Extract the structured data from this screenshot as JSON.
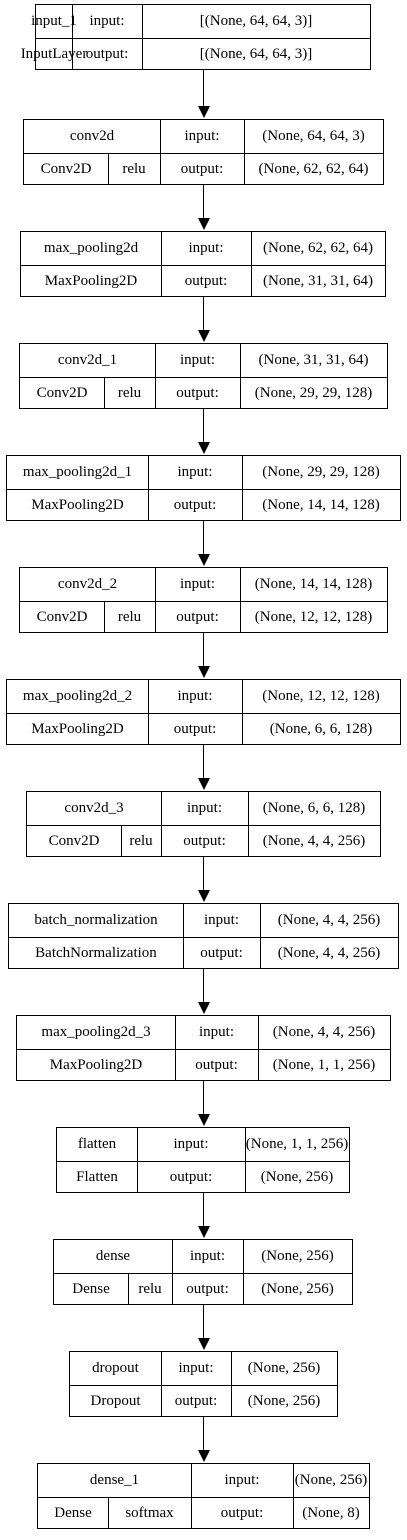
{
  "layers": [
    {
      "name": "input_1",
      "type": "InputLayer",
      "activation": "",
      "input": "[(None, 64, 64, 3)]",
      "output": "[(None, 64, 64, 3)]"
    },
    {
      "name": "conv2d",
      "type": "Conv2D",
      "activation": "relu",
      "input": "(None, 64, 64, 3)",
      "output": "(None, 62, 62, 64)"
    },
    {
      "name": "max_pooling2d",
      "type": "MaxPooling2D",
      "activation": "",
      "input": "(None, 62, 62, 64)",
      "output": "(None, 31, 31, 64)"
    },
    {
      "name": "conv2d_1",
      "type": "Conv2D",
      "activation": "relu",
      "input": "(None, 31, 31, 64)",
      "output": "(None, 29, 29, 128)"
    },
    {
      "name": "max_pooling2d_1",
      "type": "MaxPooling2D",
      "activation": "",
      "input": "(None, 29, 29, 128)",
      "output": "(None, 14, 14, 128)"
    },
    {
      "name": "conv2d_2",
      "type": "Conv2D",
      "activation": "relu",
      "input": "(None, 14, 14, 128)",
      "output": "(None, 12, 12, 128)"
    },
    {
      "name": "max_pooling2d_2",
      "type": "MaxPooling2D",
      "activation": "",
      "input": "(None, 12, 12, 128)",
      "output": "(None, 6, 6, 128)"
    },
    {
      "name": "conv2d_3",
      "type": "Conv2D",
      "activation": "relu",
      "input": "(None, 6, 6, 128)",
      "output": "(None, 4, 4, 256)"
    },
    {
      "name": "batch_normalization",
      "type": "BatchNormalization",
      "activation": "",
      "input": "(None, 4, 4, 256)",
      "output": "(None, 4, 4, 256)"
    },
    {
      "name": "max_pooling2d_3",
      "type": "MaxPooling2D",
      "activation": "",
      "input": "(None, 4, 4, 256)",
      "output": "(None, 1, 1, 256)"
    },
    {
      "name": "flatten",
      "type": "Flatten",
      "activation": "",
      "input": "(None, 1, 1, 256)",
      "output": "(None, 256)"
    },
    {
      "name": "dense",
      "type": "Dense",
      "activation": "relu",
      "input": "(None, 256)",
      "output": "(None, 256)"
    },
    {
      "name": "dropout",
      "type": "Dropout",
      "activation": "",
      "input": "(None, 256)",
      "output": "(None, 256)"
    },
    {
      "name": "dense_1",
      "type": "Dense",
      "activation": "softmax",
      "input": "(None, 256)",
      "output": "(None, 8)"
    }
  ],
  "labels": {
    "input": "input:",
    "output": "output:"
  }
}
